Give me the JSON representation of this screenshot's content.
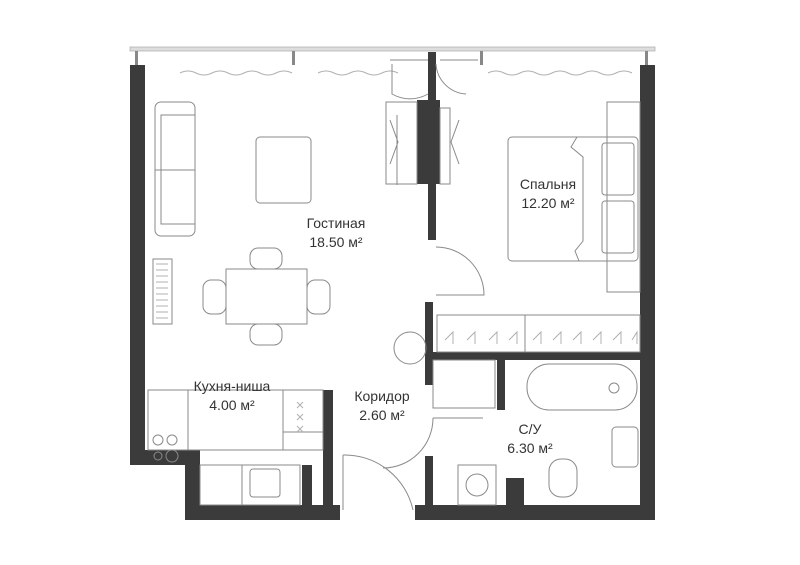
{
  "plan": {
    "rooms": [
      {
        "name": "Гостиная",
        "area": "18.50 м²"
      },
      {
        "name": "Спальня",
        "area": "12.20 м²"
      },
      {
        "name": "Кухня-ниша",
        "area": "4.00 м²"
      },
      {
        "name": "Коридор",
        "area": "2.60 м²"
      },
      {
        "name": "С/У",
        "area": "6.30 м²"
      }
    ],
    "colors": {
      "wall": "#3b3b3b",
      "furniture": "#8a8a8a",
      "background": "#ffffff"
    }
  }
}
